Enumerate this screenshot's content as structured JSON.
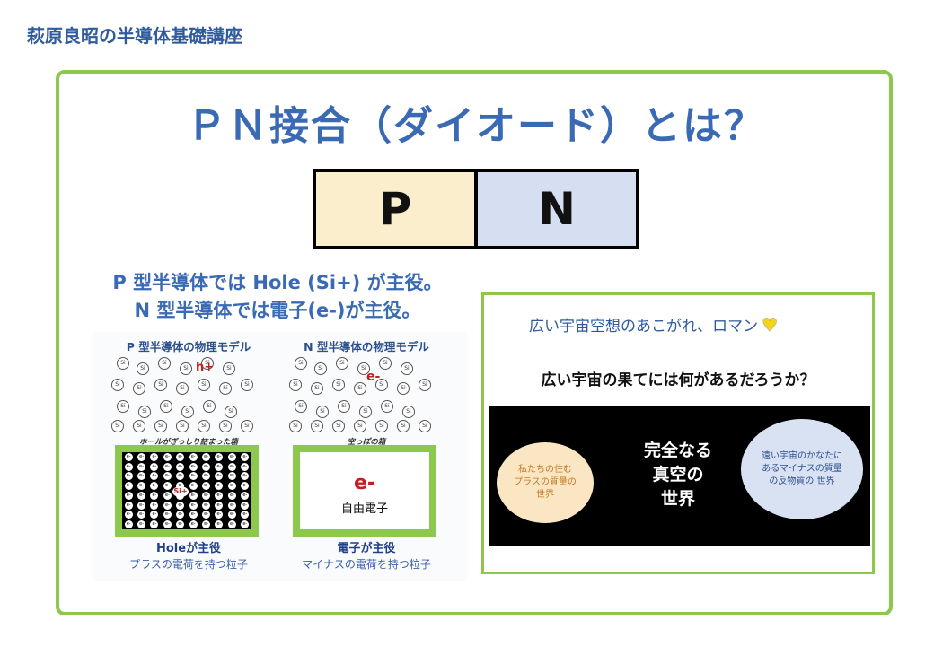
{
  "header": {
    "title": "萩原良昭の半導体基礎講座"
  },
  "slide": {
    "title": "ＰＮ接合（ダイオード）とは？",
    "pn": {
      "p": "P",
      "n": "N"
    },
    "roles": [
      "P 型半導体では Hole (Si+) が主役。",
      "N 型半導体では電子(e-)が主役。"
    ],
    "p_model": {
      "title": "P 型半導体の物理モデル",
      "box_caption": "ホールがぎっしり詰まった箱",
      "hole": "h+",
      "si_plus": "Si+",
      "role": "Holeが主役",
      "desc": "プラスの電荷を持つ粒子"
    },
    "n_model": {
      "title": "N 型半導体の物理モデル",
      "box_caption": "空っぽの箱",
      "electron_arrow": "e-",
      "electron": "e-",
      "free_electron": "自由電子",
      "role": "電子が主役",
      "desc": "マイナスの電荷を持つ粒子"
    },
    "dream": {
      "title": "広い宇宙空想のあこがれ、ロマン",
      "heart": "♥",
      "question": "広い宇宙の果てには何があるだろうか？",
      "left": "私たちの住む\nプラスの質量の\n世界",
      "center": "完全なる\n真空の\n世界",
      "right": "遠い宇宙のかなたに\nあるマイナスの質量\nの反物質の 世界"
    },
    "atom_label": "Si",
    "packed_label": "e-"
  },
  "colors": {
    "accent_blue": "#3a6ab4",
    "frame_green": "#8cc84b",
    "p_fill": "#fbeecd",
    "n_fill": "#d6dff1"
  }
}
